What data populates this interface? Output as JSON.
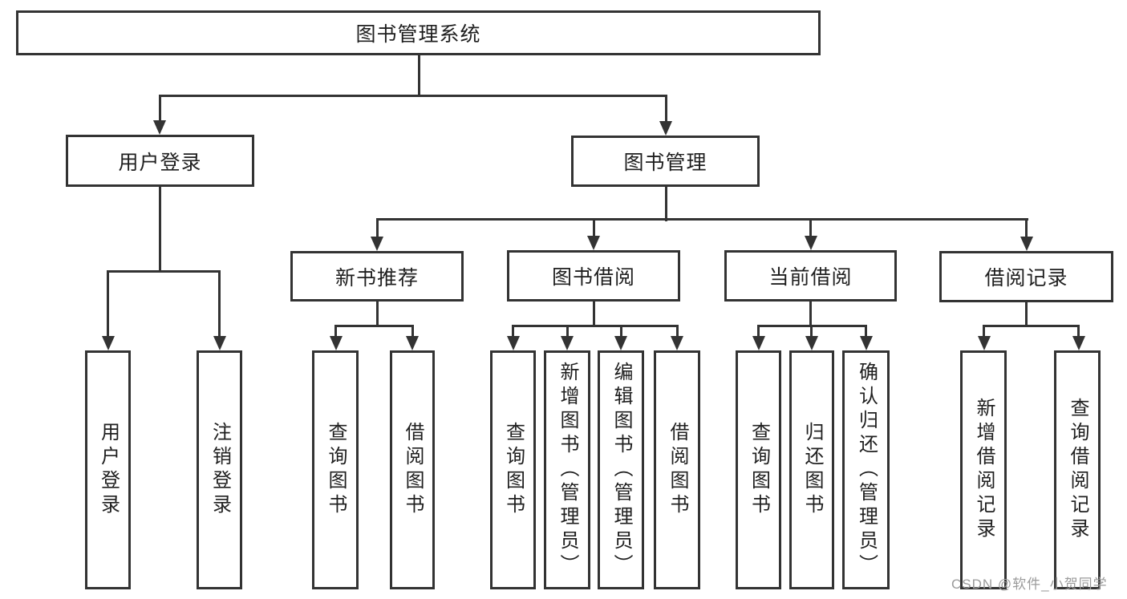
{
  "tree": {
    "root": {
      "label": "图书管理系统"
    },
    "branches": [
      {
        "label": "用户登录",
        "children": [
          {
            "label": "用户登录"
          },
          {
            "label": "注销登录"
          }
        ]
      },
      {
        "label": "图书管理",
        "children": [
          {
            "label": "新书推荐",
            "children": [
              {
                "label": "查询图书"
              },
              {
                "label": "借阅图书"
              }
            ]
          },
          {
            "label": "图书借阅",
            "children": [
              {
                "label": "查询图书"
              },
              {
                "label": "新增图书（管理员）"
              },
              {
                "label": "编辑图书（管理员）"
              },
              {
                "label": "借阅图书"
              }
            ]
          },
          {
            "label": "当前借阅",
            "children": [
              {
                "label": "查询图书"
              },
              {
                "label": "归还图书"
              },
              {
                "label": "确认归还（管理员）"
              }
            ]
          },
          {
            "label": "借阅记录",
            "children": [
              {
                "label": "新增借阅记录"
              },
              {
                "label": "查询借阅记录"
              }
            ]
          }
        ]
      }
    ]
  },
  "watermark": {
    "text": "CSDN @软件_小贺同学"
  },
  "colors": {
    "line": "#333333",
    "box_border": "#333333",
    "text": "#1f1f1f",
    "watermark": "#9b9b9b",
    "background": "#ffffff"
  }
}
